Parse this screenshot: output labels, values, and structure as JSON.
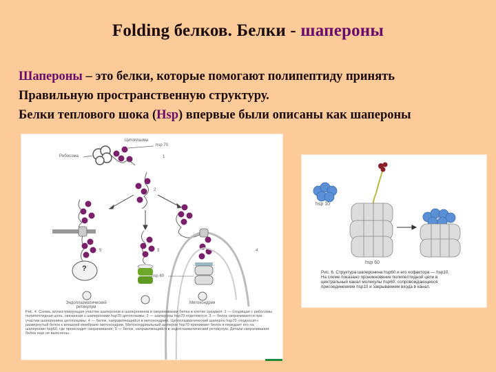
{
  "slide": {
    "title_prefix": "Folding белков. Белки - ",
    "title_accent": "шапероны",
    "background_color": "#fdca99",
    "accent_color": "#6a0a6a",
    "text_color": "#1a0a0a"
  },
  "body": {
    "line1_accent": "Шапероны",
    "line1_rest": " – это белки, которые помогают полипептиду принять",
    "line2": "Правильную пространственную структуру.",
    "line3_before": "Белки теплового шока (",
    "line3_accent": "Hsp",
    "line3_after": ") впервые были описаны как шапероны"
  },
  "figure_left": {
    "labels": {
      "cytoplasm": "Цитоплазма",
      "ribosome": "Рибосома",
      "hsp70": "hsp 70",
      "step1": "1",
      "step2": "2",
      "step3": "3",
      "step4": "4",
      "step5": "5",
      "hsp60": "hsp 60",
      "unknown_mark": "?",
      "er": "Эндоплазматический ретикулум",
      "mito": "Митохондрия"
    },
    "caption": "Рис. 4. Схема, иллюстрирующая участие шаперонов и шаперонинов в сворачивании белка в клетке эукариот. 1 — сходящая с рибосомы полипептидная цепь, связанная с шаперонами hsp70 цитоплазмы; 2 — шапероны hsp70 отделяются; 3 — белок сворачивается при участии шаперонина цитоплазмы; 4 — белок, направляющийся в митохондрию. Цитоплазматический шаперон hsp70 «подносит» развернутый белок к внешней мембране митохондрии. Митохондриальный шаперон hsp70 принимает белок и передает его на шаперонин hsp60, где происходит сворачивание; 5 — белок, направляющийся в эндоплазматический ретикулум. Детали сворачивания белка еще не выяснены."
  },
  "figure_right": {
    "labels": {
      "hsp10": "hsp 10",
      "hsp60": "hsp 60"
    },
    "caption": "Рис. 6. Структура шаперонина hsp60 и его кофактора — hsp10. На схеме показано проникновение полипептидной цепи в центральный канал молекулы hsp60, сопровождающееся присоединением hsp10 и закрыванием входа в канал."
  }
}
